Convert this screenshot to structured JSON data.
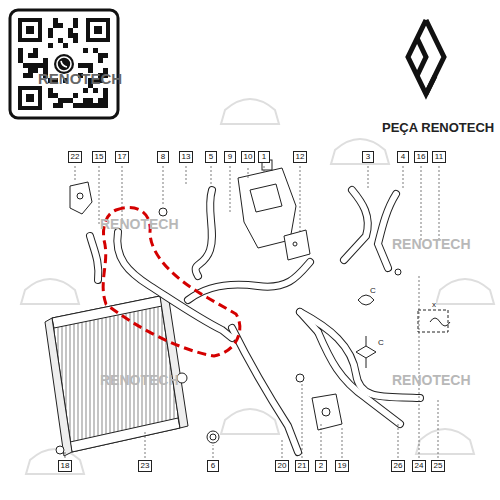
{
  "diagram": {
    "nodes": [
      {
        "text": [
          "22"
        ]
      },
      {
        "text": [
          "15"
        ]
      },
      {
        "text": [
          "17"
        ]
      },
      {
        "text": [
          "8"
        ]
      },
      {
        "text": [
          "13"
        ]
      },
      {
        "text": [
          "5"
        ]
      },
      {
        "text": [
          "9"
        ]
      },
      {
        "text": [
          "10"
        ]
      },
      {
        "text": [
          "1"
        ]
      },
      {
        "text": [
          "12"
        ]
      },
      {
        "text": [
          "3"
        ]
      },
      {
        "text": [
          "4"
        ]
      },
      {
        "text": [
          "16"
        ]
      },
      {
        "text": [
          "11"
        ]
      },
      {
        "text": [
          "18"
        ]
      },
      {
        "text": [
          "23"
        ]
      },
      {
        "text": [
          "6"
        ]
      },
      {
        "text": [
          "20"
        ]
      },
      {
        "text": [
          "21"
        ]
      },
      {
        "text": [
          "2"
        ]
      },
      {
        "text": [
          "19"
        ]
      },
      {
        "text": [
          "26"
        ]
      },
      {
        "text": [
          "24"
        ]
      },
      {
        "text": [
          "25"
        ]
      }
    ],
    "labels": [
      "PEÇA RENOTECH",
      "RENOTECH",
      "RENOTECH",
      "RENOTECH",
      "RENOTECH",
      "RENOTECH",
      "C",
      "C",
      "x"
    ]
  }
}
